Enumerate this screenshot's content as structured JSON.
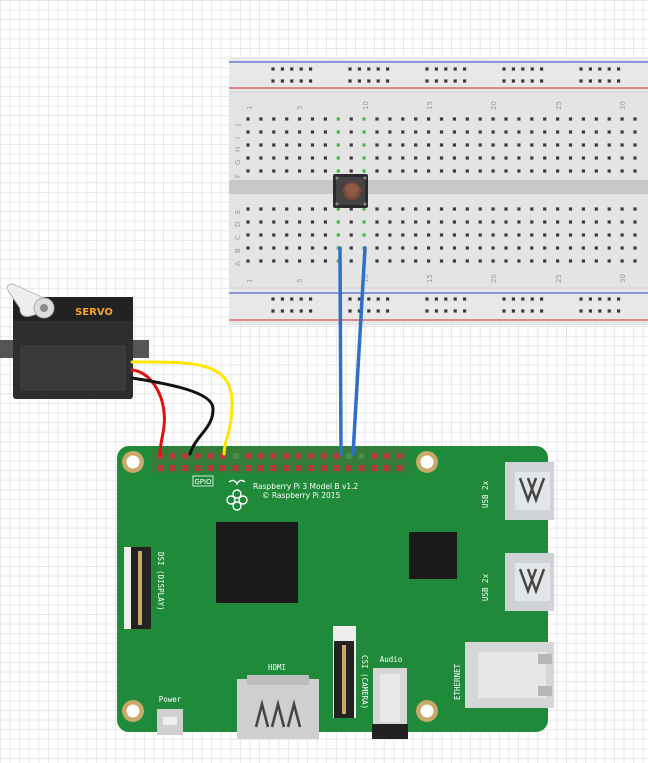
{
  "breadboard": {
    "column_numbers": [
      "1",
      "5",
      "10",
      "15",
      "20",
      "25",
      "30"
    ],
    "row_letters_top": [
      "J",
      "I",
      "H",
      "G",
      "F"
    ],
    "row_letters_bottom": [
      "E",
      "D",
      "C",
      "B",
      "A"
    ]
  },
  "servo": {
    "label": "SERVO",
    "body_color": "#333333",
    "label_color": "#f5a623"
  },
  "board": {
    "model_line1": "Raspberry Pi 3 Model B v1.2",
    "model_line2": "© Raspberry Pi 2015",
    "gpio_label": "GPIO",
    "dsi_label": "DSI (DISPLAY)",
    "csi_label": "CSI (CAMERA)",
    "hdmi_label": "HDMI",
    "audio_label": "Audio",
    "power_label": "Power",
    "usb_label_1": "USB 2x",
    "usb_label_2": "USB 2x",
    "ethernet_label": "ETHERNET",
    "pcb_color": "#1f8a3a"
  },
  "wires": {
    "servo_colors": [
      "#ffe600",
      "#e01010",
      "#111111"
    ],
    "jumper_color": "#2f6fc8"
  }
}
